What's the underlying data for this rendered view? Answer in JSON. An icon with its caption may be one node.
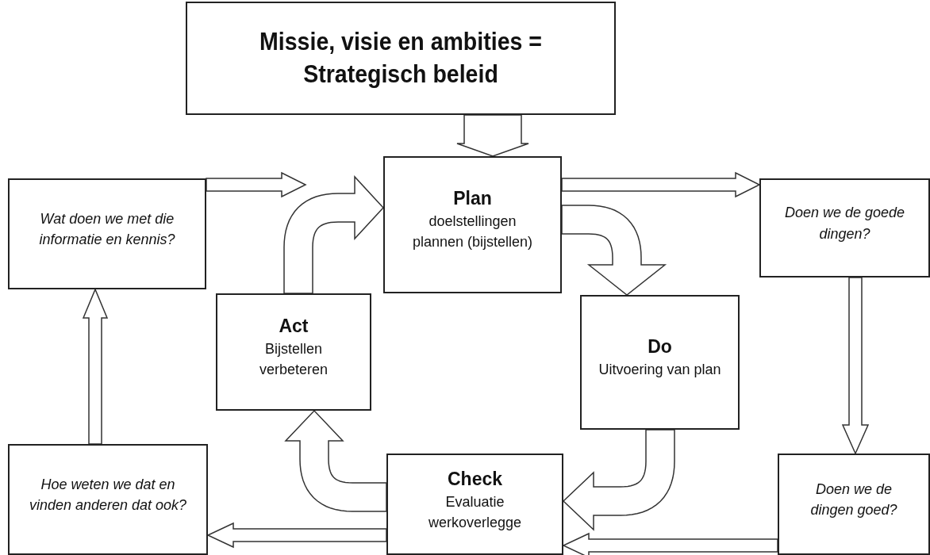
{
  "diagram": {
    "nodes": [
      {
        "text": [
          "Missie, visie en ambities = Strategisch beleid"
        ]
      },
      {
        "text": [
          "Plan",
          "doelstellingen plannen (bijstellen)"
        ]
      },
      {
        "text": [
          "Wat doen we met die informatie en kennis?"
        ]
      },
      {
        "text": [
          "Doen we de goede dingen?"
        ]
      },
      {
        "text": [
          "Act",
          "Bijstellen verbeteren"
        ]
      },
      {
        "text": [
          "Do",
          "Uitvoering van plan"
        ]
      },
      {
        "text": [
          "Hoe weten we dat en vinden anderen dat ook?"
        ]
      },
      {
        "text": [
          "Check",
          "Evaluatie werkoverlegge"
        ]
      },
      {
        "text": [
          "Doen we de dingen goed?"
        ]
      }
    ],
    "edges": [
      {
        "from": 0,
        "to": 1,
        "arrow": "to"
      },
      {
        "from": 2,
        "to": null,
        "arrow": "to"
      },
      {
        "from": 1,
        "to": 3,
        "arrow": "to"
      },
      {
        "from": 4,
        "to": 1,
        "arrow": "to"
      },
      {
        "from": 1,
        "to": 5,
        "arrow": "to"
      },
      {
        "from": 3,
        "to": 8,
        "arrow": "to"
      },
      {
        "from": 5,
        "to": 7,
        "arrow": "to"
      },
      {
        "from": 8,
        "to": 7,
        "arrow": "to"
      },
      {
        "from": 7,
        "to": 4,
        "arrow": "to"
      },
      {
        "from": 7,
        "to": 6,
        "arrow": "to"
      },
      {
        "from": 6,
        "to": 2,
        "arrow": "to"
      }
    ]
  }
}
